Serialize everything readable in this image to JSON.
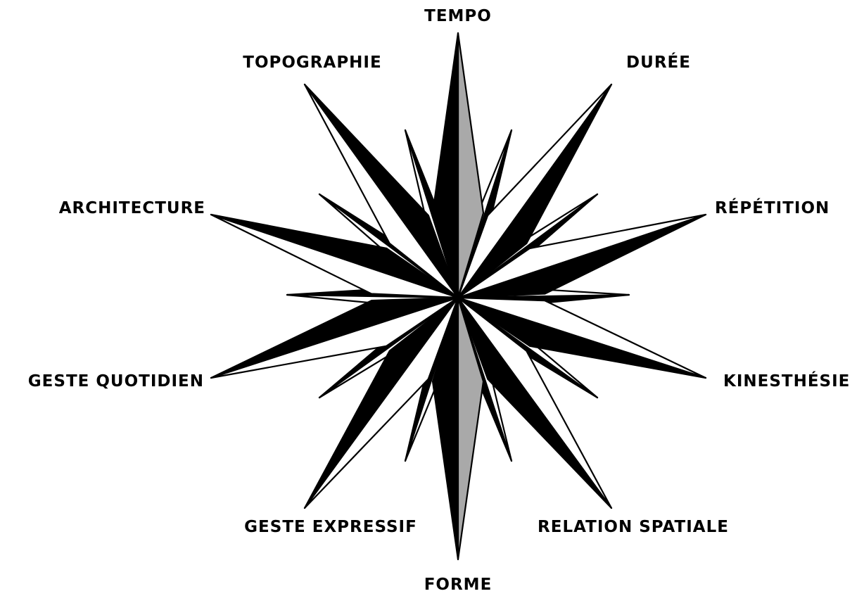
{
  "diagram": {
    "type": "compass-rose",
    "fill_colors": {
      "primary": "#000000",
      "accent": "#a9a9a9",
      "background": "#ffffff"
    },
    "labels": {
      "north": "TEMPO",
      "north_east": "DURÉE",
      "east_north_east": "RÉPÉTITION",
      "east_south_east": "KINESTHÉSIE",
      "south_east": "RELATION SPATIALE",
      "south": "FORME",
      "south_west": "GESTE EXPRESSIF",
      "west_south_west": "GESTE QUOTIDIEN",
      "west_north_west": "ARCHITECTURE",
      "north_west": "TOPOGRAPHIE"
    }
  }
}
